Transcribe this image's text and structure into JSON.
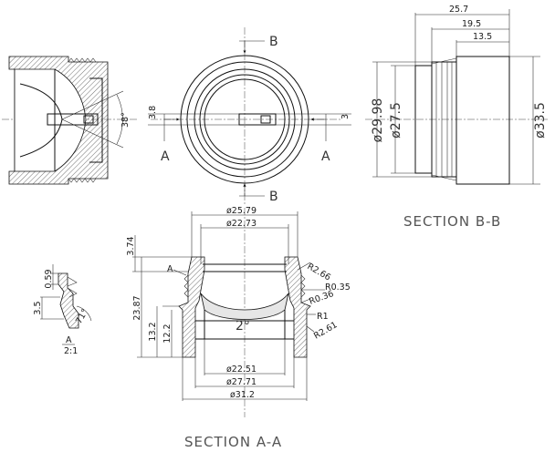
{
  "top_view": {
    "section_marks": [
      "B",
      "B",
      "A",
      "A"
    ],
    "dims": [
      "3.8",
      "3"
    ]
  },
  "left_view": {
    "angle": "38°"
  },
  "section_bb": {
    "title": "SECTION B-B",
    "dims_top": [
      "25.7",
      "19.5",
      "13.5"
    ],
    "dims_side": [
      "ø29.98",
      "ø27.5",
      "ø33.5"
    ]
  },
  "section_aa": {
    "title": "SECTION A-A",
    "dims_top": [
      "ø25.79",
      "ø22.73"
    ],
    "dims_left": [
      "3.74",
      "23.87",
      "13.2",
      "12.2"
    ],
    "dims_right": [
      "R2.66",
      "R0.35",
      "R0.36",
      "R1",
      "R2.61"
    ],
    "dims_bottom": [
      "ø22.51",
      "ø27.71",
      "ø31.2"
    ],
    "center_angle": "2°",
    "detail_callout": "A"
  },
  "detail": {
    "dims": [
      "0.59",
      "3.5",
      "71°"
    ],
    "label": "A",
    "scale": "2:1"
  }
}
